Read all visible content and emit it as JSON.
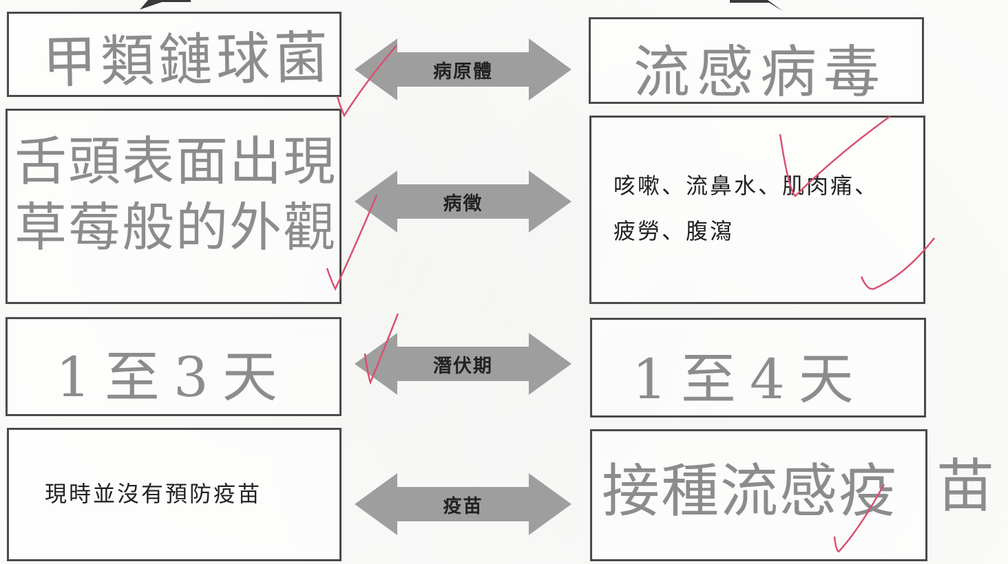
{
  "rows": [
    {
      "category": "病原體",
      "left": {
        "text": "甲類鏈球菌",
        "style": "handwritten"
      },
      "right": {
        "text": "流感病毒",
        "style": "handwritten"
      }
    },
    {
      "category": "病徵",
      "left": {
        "line1": "舌頭表面出現",
        "line2": "草莓般的外觀",
        "style": "handwritten"
      },
      "right": {
        "line1": "咳嗽、流鼻水、肌肉痛、",
        "line2": "疲勞、腹瀉",
        "style": "printed"
      }
    },
    {
      "category": "潛伏期",
      "left": {
        "text": "1至3天",
        "style": "handwritten"
      },
      "right": {
        "text": "1至4天",
        "style": "handwritten"
      }
    },
    {
      "category": "疫苗",
      "left": {
        "text": "現時並沒有預防疫苗",
        "style": "printed"
      },
      "right": {
        "text": "接種流感疫",
        "extra": "苗",
        "style": "handwritten"
      }
    }
  ],
  "colors": {
    "border": "#4a4a4a",
    "handwriting": "#8c8c8c",
    "printed": "#222222",
    "arrow_fill": "#9e9e9e",
    "check_mark": "#d9506f"
  },
  "icons": [
    "double-headed-arrow",
    "check-mark"
  ]
}
